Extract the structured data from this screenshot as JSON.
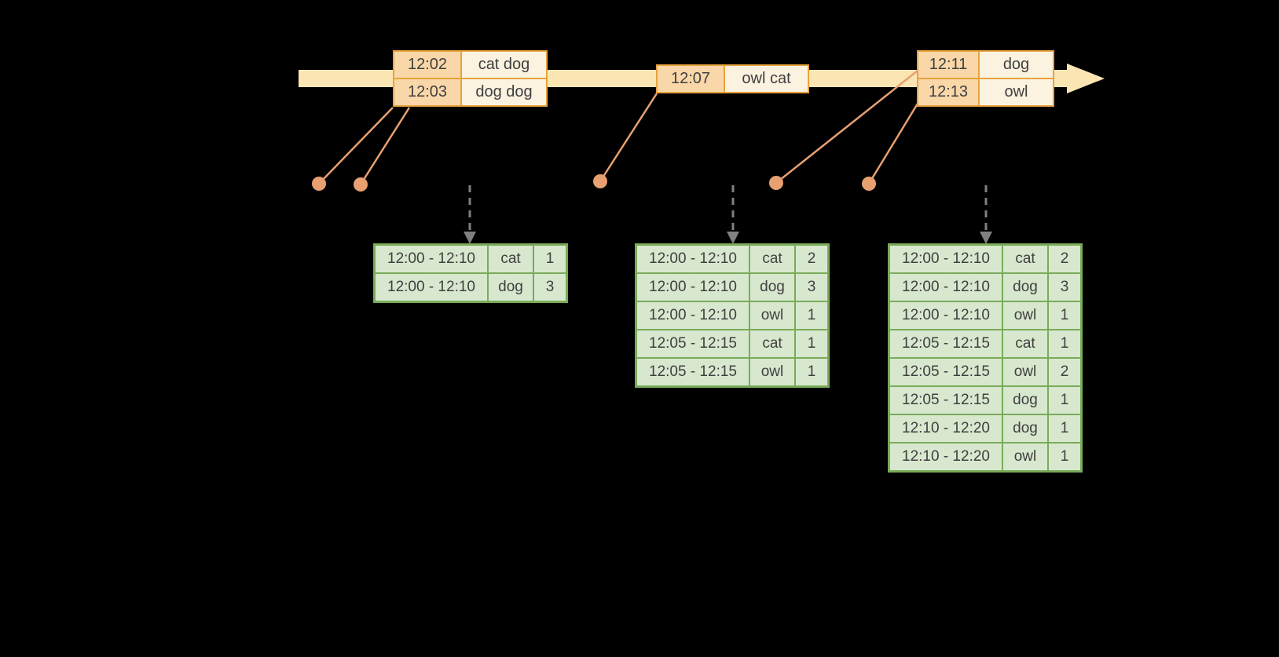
{
  "colors": {
    "background": "#000000",
    "timeline-fill": "#FBE5B3",
    "event-border": "#E8A33D",
    "event-time-fill": "#F9D7A9",
    "event-word-fill": "#FCF2E0",
    "connector": "#E8A070",
    "dashed-arrow": "#808080",
    "result-border": "#79AB59",
    "result-cell-fill": "#D8E8CF",
    "table-text": "#3F3F3F"
  },
  "timeline": {
    "event_tables": [
      {
        "rows": [
          [
            "12:02",
            "cat dog"
          ],
          [
            "12:03",
            "dog dog"
          ]
        ]
      },
      {
        "rows": [
          [
            "12:07",
            "owl cat"
          ]
        ]
      },
      {
        "rows": [
          [
            "12:11",
            "dog"
          ],
          [
            "12:13",
            "owl"
          ]
        ]
      }
    ]
  },
  "result_tables": [
    {
      "rows": [
        [
          "12:00 - 12:10",
          "cat",
          "1"
        ],
        [
          "12:00 - 12:10",
          "dog",
          "3"
        ]
      ]
    },
    {
      "rows": [
        [
          "12:00 - 12:10",
          "cat",
          "2"
        ],
        [
          "12:00 - 12:10",
          "dog",
          "3"
        ],
        [
          "12:00 - 12:10",
          "owl",
          "1"
        ],
        [
          "12:05 - 12:15",
          "cat",
          "1"
        ],
        [
          "12:05 - 12:15",
          "owl",
          "1"
        ]
      ]
    },
    {
      "rows": [
        [
          "12:00 - 12:10",
          "cat",
          "2"
        ],
        [
          "12:00 - 12:10",
          "dog",
          "3"
        ],
        [
          "12:00 - 12:10",
          "owl",
          "1"
        ],
        [
          "12:05 - 12:15",
          "cat",
          "1"
        ],
        [
          "12:05 - 12:15",
          "owl",
          "2"
        ],
        [
          "12:05 - 12:15",
          "dog",
          "1"
        ],
        [
          "12:10 - 12:20",
          "dog",
          "1"
        ],
        [
          "12:10 - 12:20",
          "owl",
          "1"
        ]
      ]
    }
  ]
}
